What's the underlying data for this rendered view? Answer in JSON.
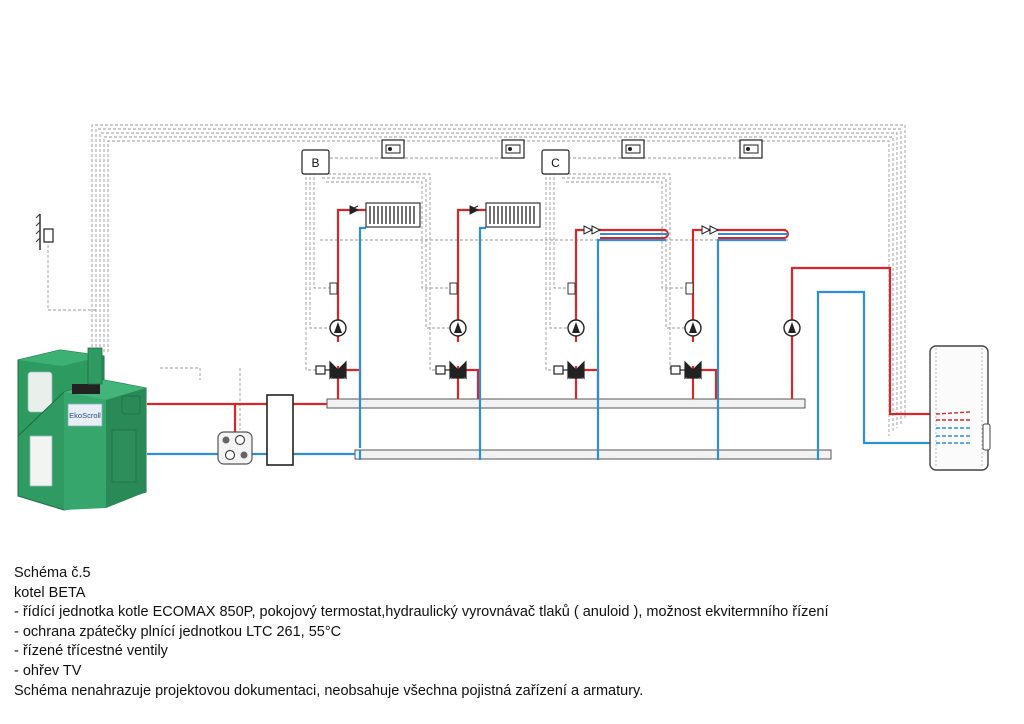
{
  "labels": {
    "controller_b": "B",
    "controller_c": "C",
    "boiler_brand": "EkoScroll"
  },
  "caption": {
    "line1": "Schéma č.5",
    "line2": "kotel BETA",
    "line3": "- řídící jednotka kotle ECOMAX 850P, pokojový termostat,hydraulický vyrovnávač tlaků ( anuloid ), možnost ekvitermního řízení",
    "line4": "- ochrana zpátečky plnící jednotkou LTC 261, 55°C",
    "line5": "- řízené třícestné ventily",
    "line6": "- ohřev TV",
    "line7": "Schéma nenahrazuje projektovou dokumentaci, neobsahuje všechna pojistná zařízení a armatury."
  },
  "colors": {
    "supply": "#d8262b",
    "return": "#2f8fd6",
    "control": "#9a9a9a",
    "boiler": "#2f9a62"
  }
}
